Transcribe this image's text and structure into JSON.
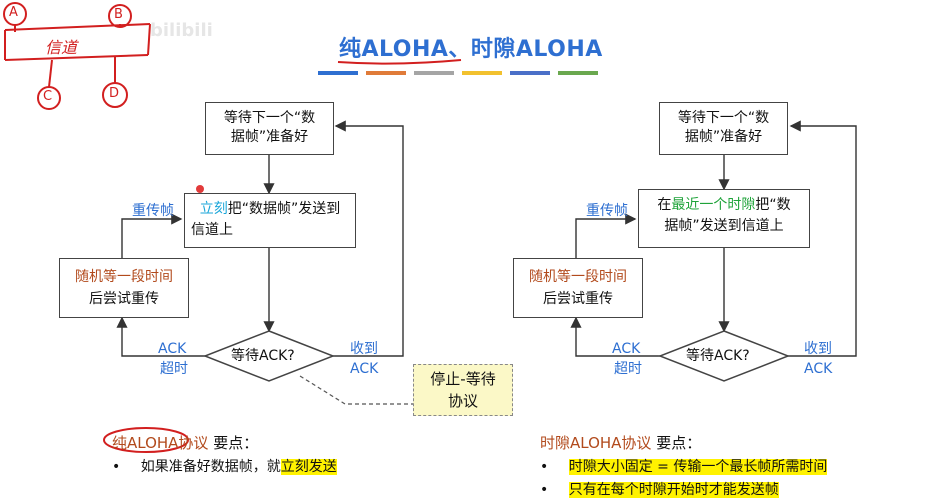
{
  "title": "纯ALOHA、时隙ALOHA",
  "watermark": "bilibili",
  "handwriting": {
    "a": "A",
    "b": "B",
    "c": "C",
    "d": "D",
    "channel": "信道"
  },
  "color_bar": [
    "#2e6fd1",
    "#e07b39",
    "#a5a5a5",
    "#f2c12e",
    "#4a6fc8",
    "#6aa84f"
  ],
  "left": {
    "wait_box": [
      "等待下一个“数",
      "据帧”准备好"
    ],
    "send_box": {
      "hl": "立刻",
      "rest": "把“数据帧”发送到",
      "line2": "信道上"
    },
    "retry_box": [
      "随机等一段时间",
      "后尝试重传"
    ],
    "diamond": "等待ACK?",
    "retransmit": "重传帧",
    "ack_timeout": [
      "ACK",
      "超时"
    ],
    "ack_received": [
      "收到",
      "ACK"
    ]
  },
  "right": {
    "wait_box": [
      "等待下一个“数",
      "据帧”准备好"
    ],
    "send_box": {
      "pre": "在",
      "hl": "最近一个时隙",
      "rest": "把“数",
      "line2": "据帧”发送到信道上"
    },
    "retry_box": [
      "随机等一段时间",
      "后尝试重传"
    ],
    "diamond": "等待ACK?",
    "retransmit": "重传帧",
    "ack_timeout": [
      "ACK",
      "超时"
    ],
    "ack_received": [
      "收到",
      "ACK"
    ]
  },
  "note": [
    "停止-等待",
    "协议"
  ],
  "key_left": {
    "title_main": "纯ALOHA协议",
    "title_suffix": " 要点：",
    "bullet_prefix": "如果准备好数据帧，就",
    "bullet_hl": "立刻发送"
  },
  "key_right": {
    "title_main": "时隙ALOHA协议",
    "title_suffix": " 要点：",
    "bullets": [
      "时隙大小固定 = 传输一个最长帧所需时间",
      "只有在每个时隙开始时才能发送帧"
    ]
  },
  "bullet_char": "•"
}
